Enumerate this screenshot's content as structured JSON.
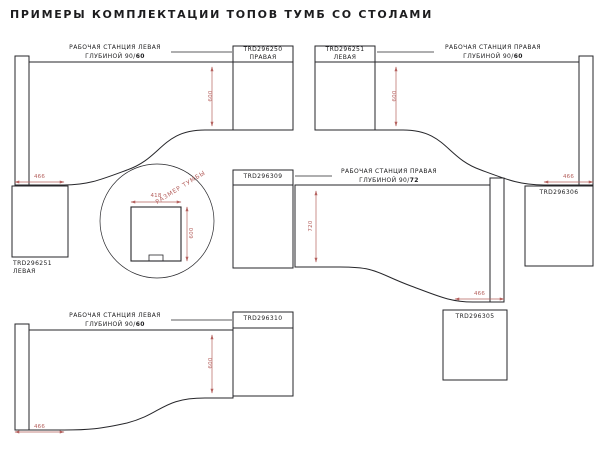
{
  "title": "ПРИМЕРЫ КОМПЛЕКТАЦИИ ТОПОВ ТУМБ СО СТОЛАМИ",
  "colors": {
    "line": "#26262a",
    "dimension": "#b5615e",
    "text": "#1c1c1e",
    "background": "#ffffff"
  },
  "detail_bubble": {
    "label": "РАЗМЕР ТУМБЫ",
    "width_mm": "418",
    "depth_mm": "600"
  },
  "stations": {
    "top_left": {
      "name": "РАБОЧАЯ СТАНЦИЯ ЛЕВАЯ",
      "depth_prefix": "ГЛУБИНОЙ 90/",
      "depth_value": "60",
      "cabinet_top": {
        "code": "TRD296250",
        "side": "ПРАВАЯ"
      },
      "cabinet_side": {
        "code": "TRD296251",
        "side": "ЛЕВАЯ"
      },
      "dim_depth": "600",
      "dim_width": "466"
    },
    "top_right": {
      "name": "РАБОЧАЯ СТАНЦИЯ ПРАВАЯ",
      "depth_prefix": "ГЛУБИНОЙ 90/",
      "depth_value": "60",
      "cabinet_top": {
        "code": "TRD296251",
        "side": "ЛЕВАЯ"
      },
      "cabinet_side": {
        "code": "TRD296306"
      },
      "dim_depth": "600",
      "dim_width": "466"
    },
    "middle_right": {
      "name": "РАБОЧАЯ СТАНЦИЯ ПРАВАЯ",
      "depth_prefix": "ГЛУБИНОЙ 90/",
      "depth_value": "72",
      "cabinet_top": {
        "code": "TRD296309"
      },
      "cabinet_side": {
        "code": "TRD296305"
      },
      "dim_depth": "720",
      "dim_width": "466"
    },
    "bottom_left": {
      "name": "РАБОЧАЯ СТАНЦИЯ ЛЕВАЯ",
      "depth_prefix": "ГЛУБИНОЙ 90/",
      "depth_value": "60",
      "cabinet_top": {
        "code": "TRD296310"
      },
      "dim_depth": "600",
      "dim_width": "466"
    }
  }
}
